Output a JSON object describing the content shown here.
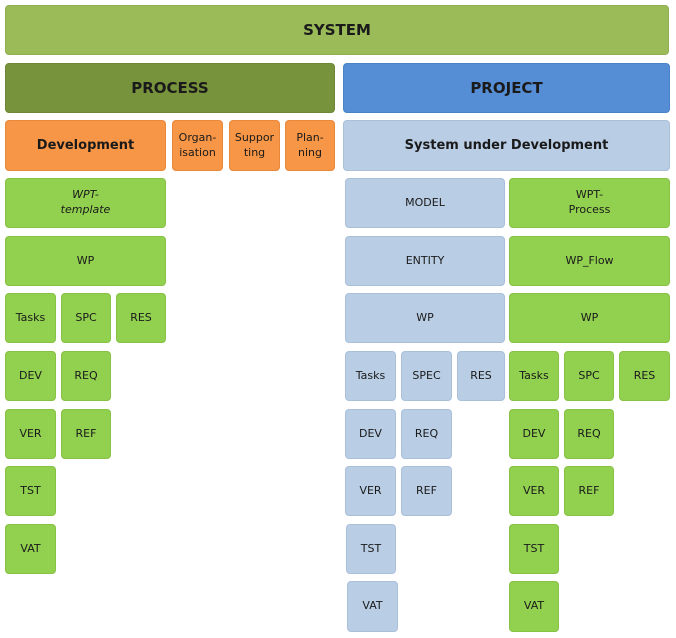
{
  "system": "SYSTEM",
  "process": {
    "title": "PROCESS",
    "development": "Development",
    "organisation": "Organ-\nisation",
    "supporting": "Suppor\nting",
    "planning": "Plan-\nning",
    "wpt_template": "WPT-\ntemplate",
    "wp": "WP",
    "tasks": "Tasks",
    "spc": "SPC",
    "res": "RES",
    "dev": "DEV",
    "req": "REQ",
    "ver": "VER",
    "ref": "REF",
    "tst": "TST",
    "vat": "VAT"
  },
  "project": {
    "title": "PROJECT",
    "sud": "System under Development",
    "sud_col": {
      "model": "MODEL",
      "entity": "ENTITY",
      "wp": "WP",
      "tasks": "Tasks",
      "spec": "SPEC",
      "res": "RES",
      "dev": "DEV",
      "req": "REQ",
      "ver": "VER",
      "ref": "REF",
      "tst": "TST",
      "vat": "VAT"
    },
    "wpt_col": {
      "wpt_process": "WPT-\nProcess",
      "wp_flow": "WP_Flow",
      "wp": "WP",
      "tasks": "Tasks",
      "spc": "SPC",
      "res": "RES",
      "dev": "DEV",
      "req": "REQ",
      "ver": "VER",
      "ref": "REF",
      "tst": "TST",
      "vat": "VAT"
    }
  }
}
